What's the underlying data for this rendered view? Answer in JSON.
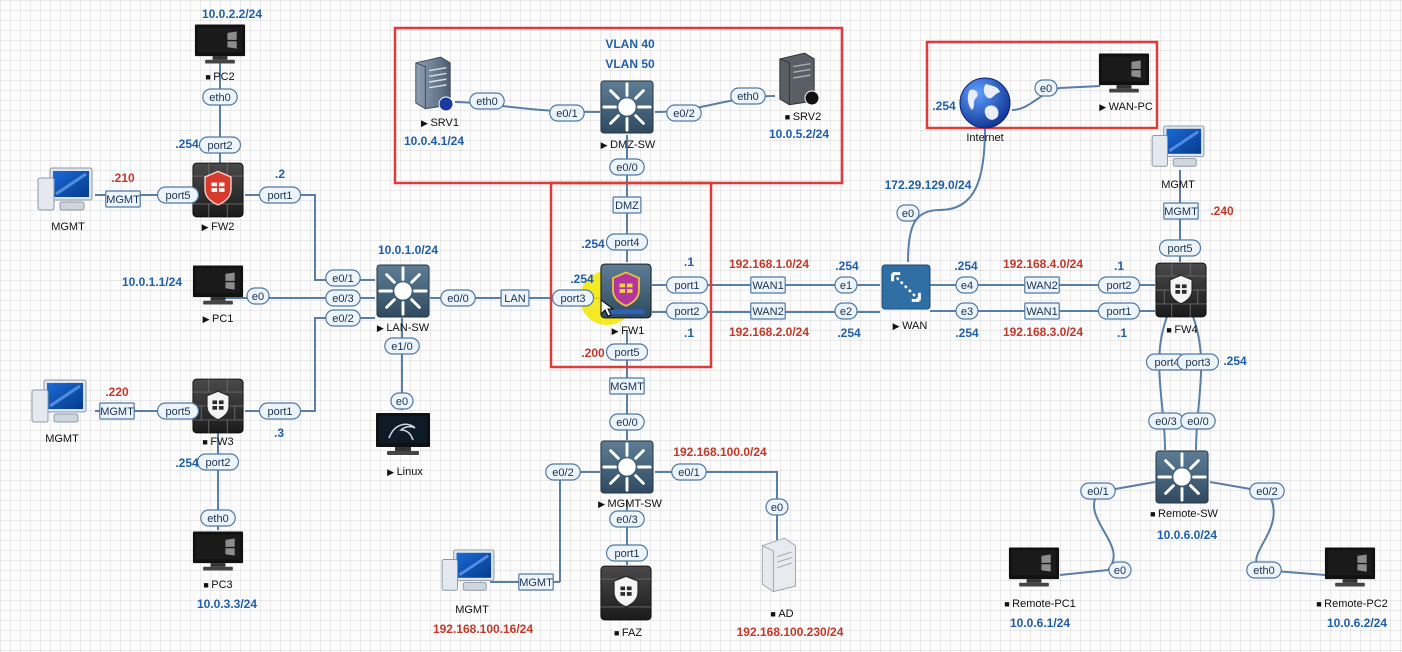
{
  "colors": {
    "label_blue": "#1f5fa8",
    "label_red": "#c0392b",
    "region_border": "#e03a3a",
    "link": "#5a7fa6"
  },
  "nodes": {
    "pc2": {
      "name": "PC2",
      "ip": "10.0.2.2/24",
      "icon": "desktop-pc-icon"
    },
    "fw2": {
      "name": "FW2",
      "icon": "firewall-icon"
    },
    "mgmt_fw2": {
      "name": "MGMT",
      "icon": "monitor-icon"
    },
    "pc1": {
      "name": "PC1",
      "ip": "10.0.1.1/24",
      "icon": "desktop-pc-icon"
    },
    "lan_sw": {
      "name": "LAN-SW",
      "subnet": "10.0.1.0/24",
      "icon": "switch-icon"
    },
    "linux": {
      "name": "Linux",
      "icon": "linux-desktop-icon"
    },
    "mgmt_fw3": {
      "name": "MGMT",
      "icon": "monitor-icon"
    },
    "fw3": {
      "name": "FW3",
      "icon": "firewall-icon"
    },
    "pc3": {
      "name": "PC3",
      "ip": "10.0.3.3/24",
      "icon": "desktop-pc-icon"
    },
    "srv1": {
      "name": "SRV1",
      "ip": "10.0.4.1/24",
      "icon": "server-icon"
    },
    "dmz_sw": {
      "name": "DMZ-SW",
      "vlan_a": "VLAN 40",
      "vlan_b": "VLAN 50",
      "icon": "switch-icon"
    },
    "srv2": {
      "name": "SRV2",
      "ip": "10.0.5.2/24",
      "icon": "server-icon"
    },
    "fw1": {
      "name": "FW1",
      "icon": "firewall-icon"
    },
    "mgmt_sw": {
      "name": "MGMT-SW",
      "subnet": "192.168.100.0/24",
      "icon": "switch-icon"
    },
    "mgmt_pc": {
      "name": "MGMT",
      "ip": "192.168.100.16/24",
      "icon": "monitor-icon"
    },
    "faz": {
      "name": "FAZ",
      "icon": "analyzer-appliance-icon"
    },
    "ad": {
      "name": "AD",
      "ip": "192.168.100.230/24",
      "icon": "server-tower-icon"
    },
    "internet": {
      "name": "Internet",
      "icon": "globe-icon"
    },
    "wan_pc": {
      "name": "WAN-PC",
      "icon": "desktop-pc-icon"
    },
    "wan": {
      "name": "WAN",
      "subnet": "172.29.129.0/24",
      "icon": "wan-router-icon"
    },
    "mgmt_fw4": {
      "name": "MGMT",
      "icon": "monitor-icon"
    },
    "fw4": {
      "name": "FW4",
      "icon": "firewall-icon"
    },
    "remote_sw": {
      "name": "Remote-SW",
      "subnet": "10.0.6.0/24",
      "icon": "switch-icon"
    },
    "remote_pc1": {
      "name": "Remote-PC1",
      "ip": "10.0.6.1/24",
      "icon": "desktop-pc-icon"
    },
    "remote_pc2": {
      "name": "Remote-PC2",
      "ip": "10.0.6.2/24",
      "icon": "desktop-pc-icon"
    }
  },
  "ports": {
    "pc2_eth0": "eth0",
    "fw2_port2": "port2",
    "fw2_port5": "port5",
    "fw2_port1": "port1",
    "fw2_mgmt": "MGMT",
    "lan_e01": "e0/1",
    "lan_e03": "e0/3",
    "lan_e02": "e0/2",
    "lan_e00": "e0/0",
    "lan_e10": "e1/0",
    "pc1_e0": "e0",
    "linux_e0": "e0",
    "fw3_mgmt": "MGMT",
    "fw3_port5": "port5",
    "fw3_port1": "port1",
    "fw3_port2": "port2",
    "pc3_eth0": "eth0",
    "srv1_eth0": "eth0",
    "dmz_e01": "e0/1",
    "dmz_e02": "e0/2",
    "srv2_eth0": "eth0",
    "dmz_e00": "e0/0",
    "dmz_tag": "DMZ",
    "fw1_port4": "port4",
    "lan_tag": "LAN",
    "fw1_port3": "port3",
    "fw1_port1": "port1",
    "fw1_port2": "port2",
    "fw1_port5": "port5",
    "mgmt_tag": "MGMT",
    "msw_e00": "e0/0",
    "msw_e02": "e0/2",
    "msw_e01": "e0/1",
    "msw_e03": "e0/3",
    "faz_port1": "port1",
    "ad_e0": "e0",
    "mgmtpc_mgmt": "MGMT",
    "wan1_tag_l": "WAN1",
    "wan2_tag_l": "WAN2",
    "wan_e1": "e1",
    "wan_e2": "e2",
    "wan_e0": "e0",
    "wan_e4": "e4",
    "wan_e3": "e3",
    "wan2_tag_r": "WAN2",
    "wan1_tag_r": "WAN1",
    "fw4_port2": "port2",
    "fw4_port1": "port1",
    "fw4_port5": "port5",
    "fw4_mgmt": "MGMT",
    "fw4_port4": "port4",
    "fw4_port3": "port3",
    "rsw_e03": "e0/3",
    "rsw_e00": "e0/0",
    "rsw_e01": "e0/1",
    "rsw_e02": "e0/2",
    "rpc1_e0": "e0",
    "rpc2_eth0": "eth0",
    "inet_e0": "e0"
  },
  "labels": {
    "fw2_254": ".254",
    "fw2_210": ".210",
    "fw2_2": ".2",
    "fw3_220": ".220",
    "fw3_3": ".3",
    "fw3_254": ".254",
    "fw1_254_top": ".254",
    "fw1_254_left": ".254",
    "fw1_1_top": ".1",
    "fw1_1_bottom": ".1",
    "fw1_200": ".200",
    "net_192_1": "192.168.1.0/24",
    "net_192_2": "192.168.2.0/24",
    "wan_254_e1": ".254",
    "wan_254_e2": ".254",
    "wan_254_e4": ".254",
    "wan_254_e3": ".254",
    "net_192_4": "192.168.4.0/24",
    "net_192_3": "192.168.3.0/24",
    "fw4_1_top": ".1",
    "fw4_1_bottom": ".1",
    "fw4_240": ".240",
    "fw4_254": ".254",
    "inet_254": ".254"
  }
}
